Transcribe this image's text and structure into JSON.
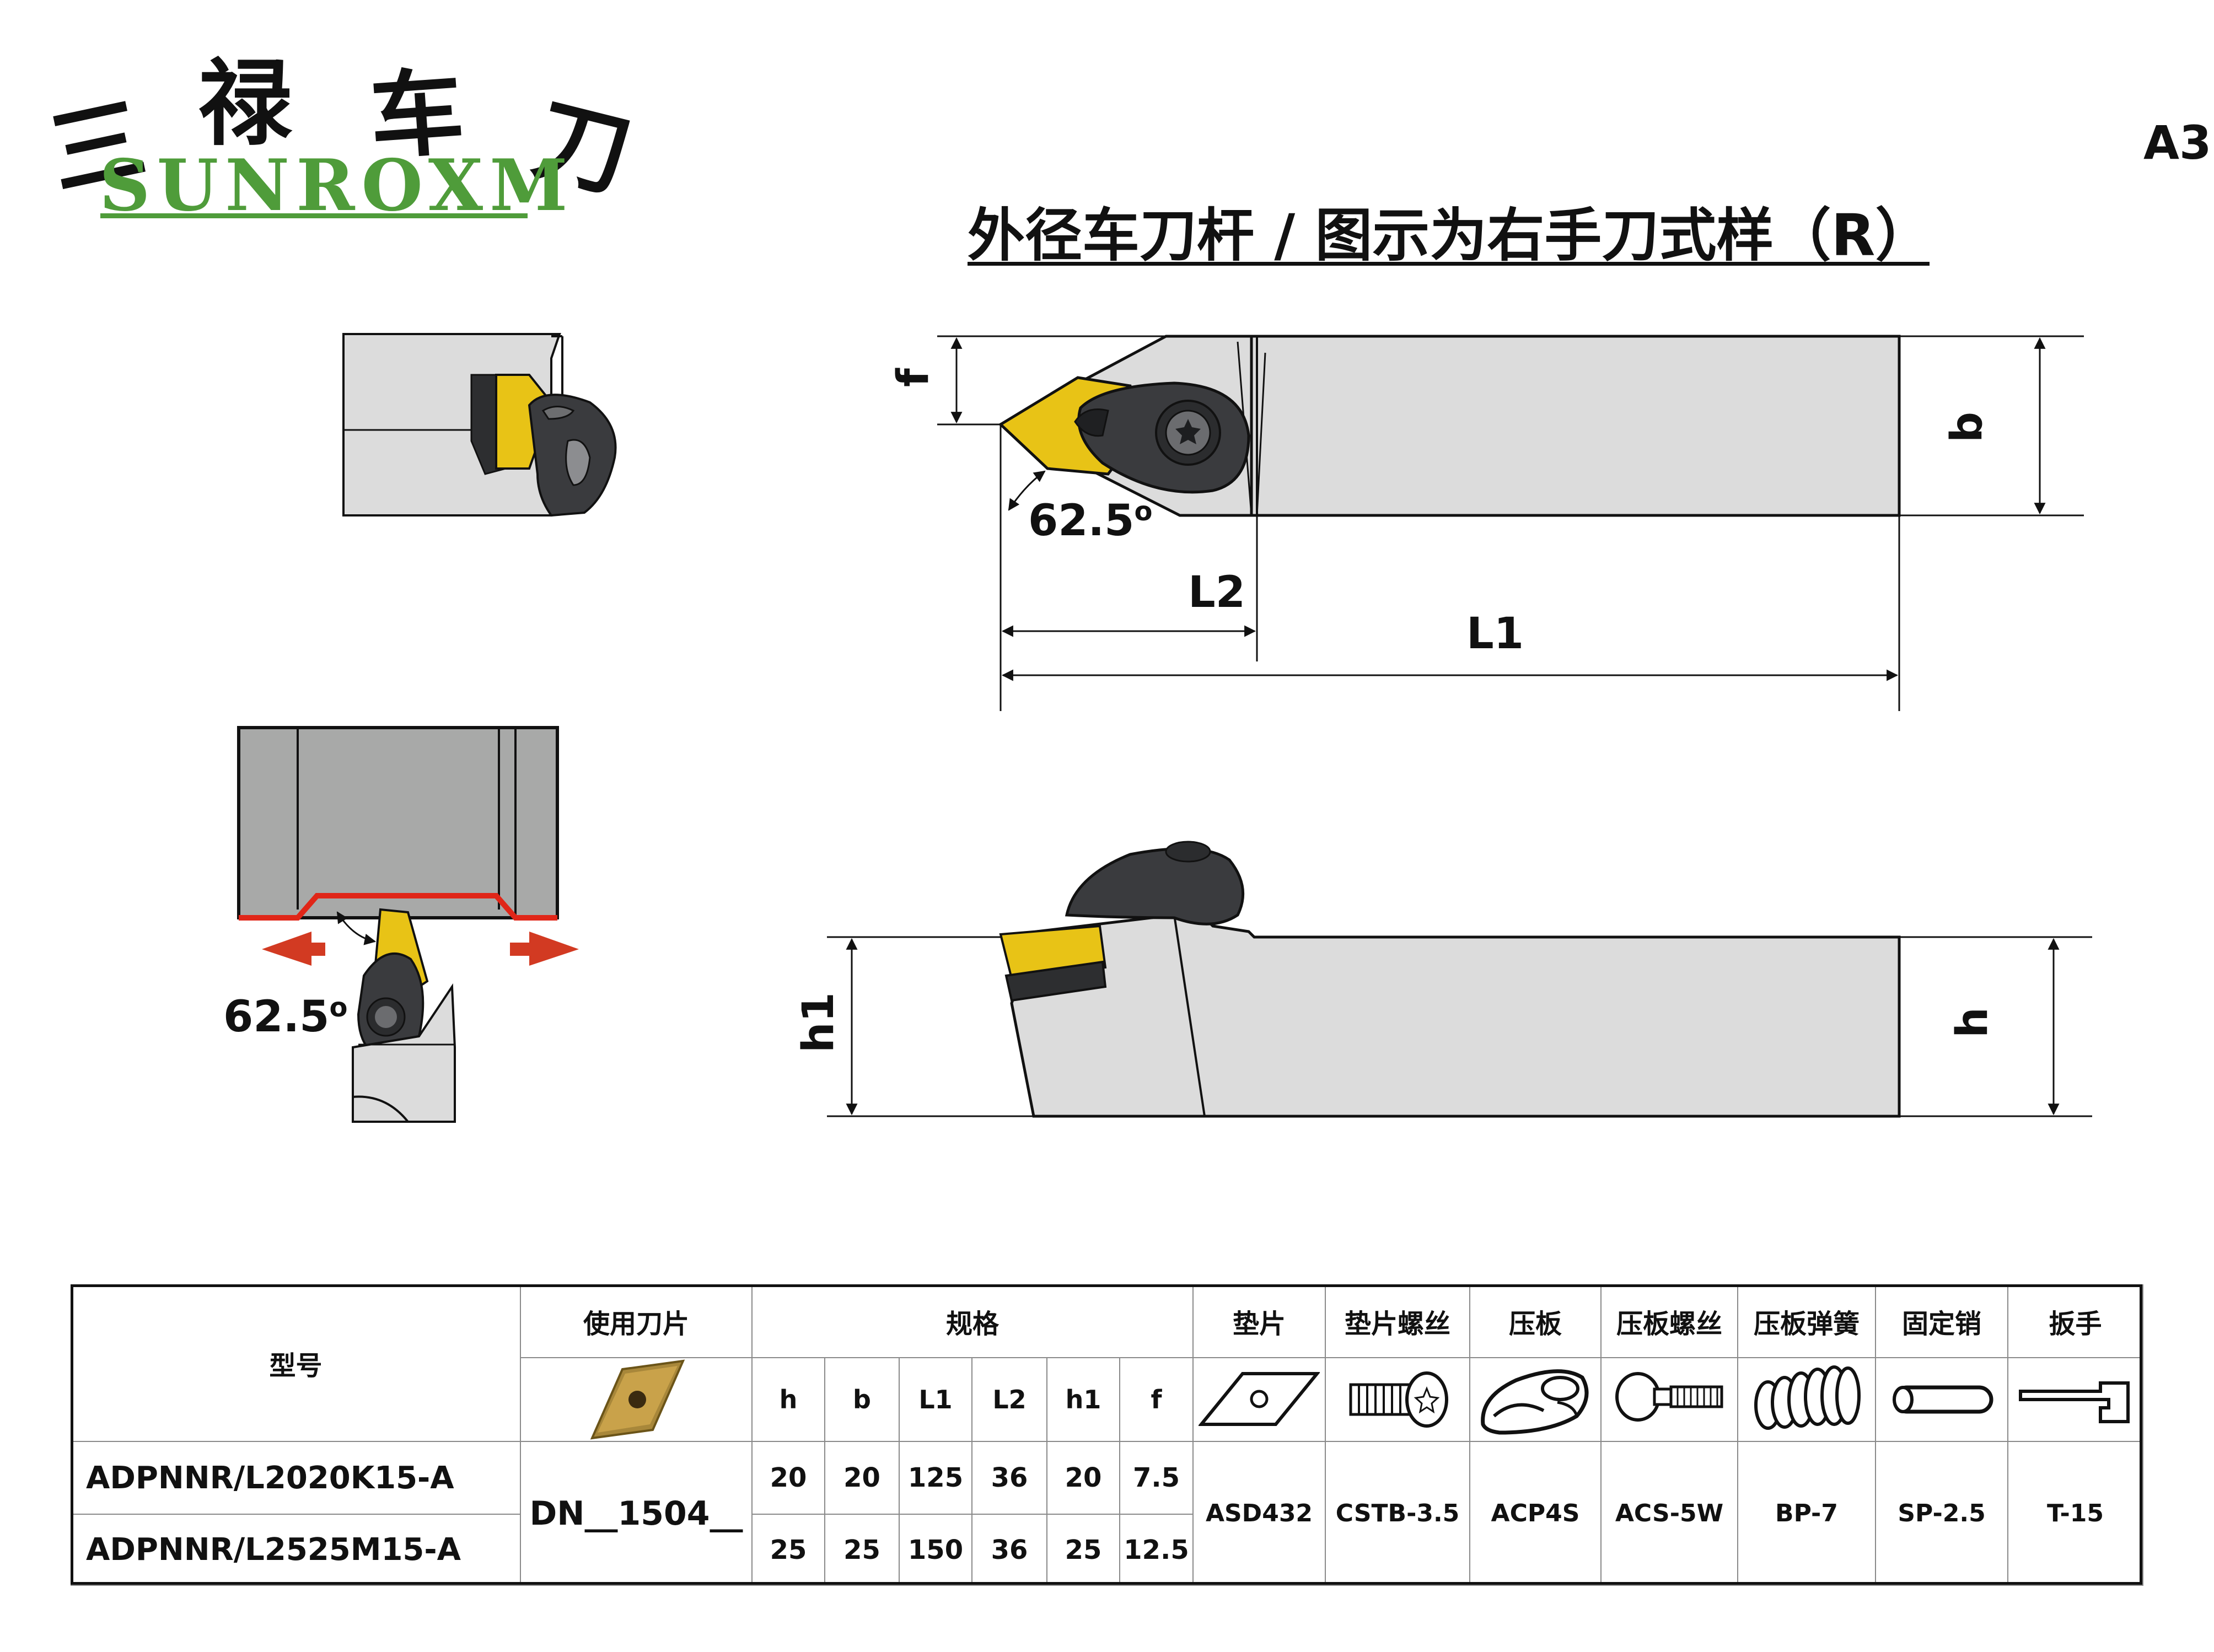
{
  "logo": {
    "cn_chars": [
      "三",
      "禄",
      "车",
      "刀"
    ],
    "en": "SUNROXM",
    "colors": {
      "text": "#111111",
      "en": "#4f9c3a"
    }
  },
  "sheet_code": "A3",
  "title": "外径车刀杆 / 图示为右手刀式样（R）",
  "drawing": {
    "angle_top": "62.5",
    "angle_left": "62.5",
    "degree_mark": "o",
    "dims": {
      "f": "f",
      "b": "b",
      "L1": "L1",
      "L2": "L2",
      "h1": "h1",
      "h": "h"
    },
    "colors": {
      "body": "#dcdcdc",
      "body_dark": "#a8a9a8",
      "insert": "#e8c316",
      "clamp": "#3a3b3e",
      "cut_line": "#e02618",
      "arrow": "#d23a22"
    }
  },
  "table": {
    "headers": {
      "model": "型号",
      "insert": "使用刀片",
      "spec": "规格",
      "shim": "垫片",
      "shim_screw": "垫片螺丝",
      "clamp": "压板",
      "clamp_screw": "压板螺丝",
      "clamp_spring": "压板弹簧",
      "pin": "固定销",
      "wrench": "扳手"
    },
    "spec_columns": [
      "h",
      "b",
      "L1",
      "L2",
      "h1",
      "f"
    ],
    "icons": [
      "insert-icon",
      "shim-icon",
      "shim-screw-icon",
      "clamp-icon",
      "clamp-screw-icon",
      "spring-icon",
      "pin-icon",
      "wrench-icon"
    ],
    "insert_code": "DN__1504__",
    "rows": [
      {
        "model": "ADPNNR/L2020K15-A",
        "values": [
          "20",
          "20",
          "125",
          "36",
          "20",
          "7.5"
        ]
      },
      {
        "model": "ADPNNR/L2525M15-A",
        "values": [
          "25",
          "25",
          "150",
          "36",
          "25",
          "12.5"
        ]
      }
    ],
    "parts": {
      "shim": "ASD432",
      "shim_screw": "CSTB-3.5",
      "clamp": "ACP4S",
      "clamp_screw": "ACS-5W",
      "clamp_spring": "BP-7",
      "pin": "SP-2.5",
      "wrench": "T-15"
    }
  }
}
